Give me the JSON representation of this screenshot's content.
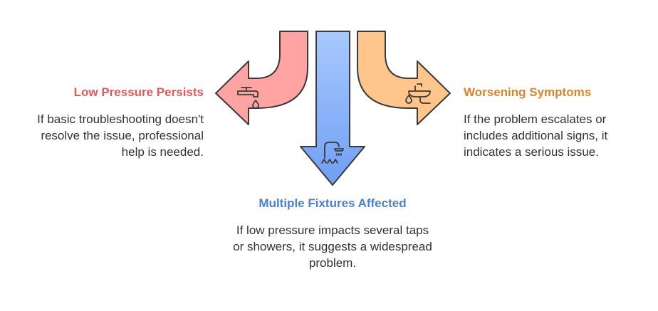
{
  "colors": {
    "left": "#e05a5a",
    "left_fill": "#ffa3a3",
    "center": "#4a7fd4",
    "center_fill_top": "#a9c8ff",
    "center_fill_bottom": "#7aa7f5",
    "right": "#d9852e",
    "right_fill": "#ffc58a",
    "outline": "#3a3a3a",
    "text": "#333333"
  },
  "icons": {
    "left": "faucet-drop-icon",
    "center": "shower-icon",
    "right": "sink-drop-icon"
  },
  "left": {
    "title": "Low Pressure Persists",
    "description": "If basic troubleshooting doesn't resolve the issue, professional help is needed."
  },
  "center": {
    "title": "Multiple Fixtures Affected",
    "description": "If low pressure impacts several taps or showers, it suggests a widespread problem."
  },
  "right": {
    "title": "Worsening Symptoms",
    "description": "If the problem escalates or includes additional signs, it indicates a serious issue."
  }
}
